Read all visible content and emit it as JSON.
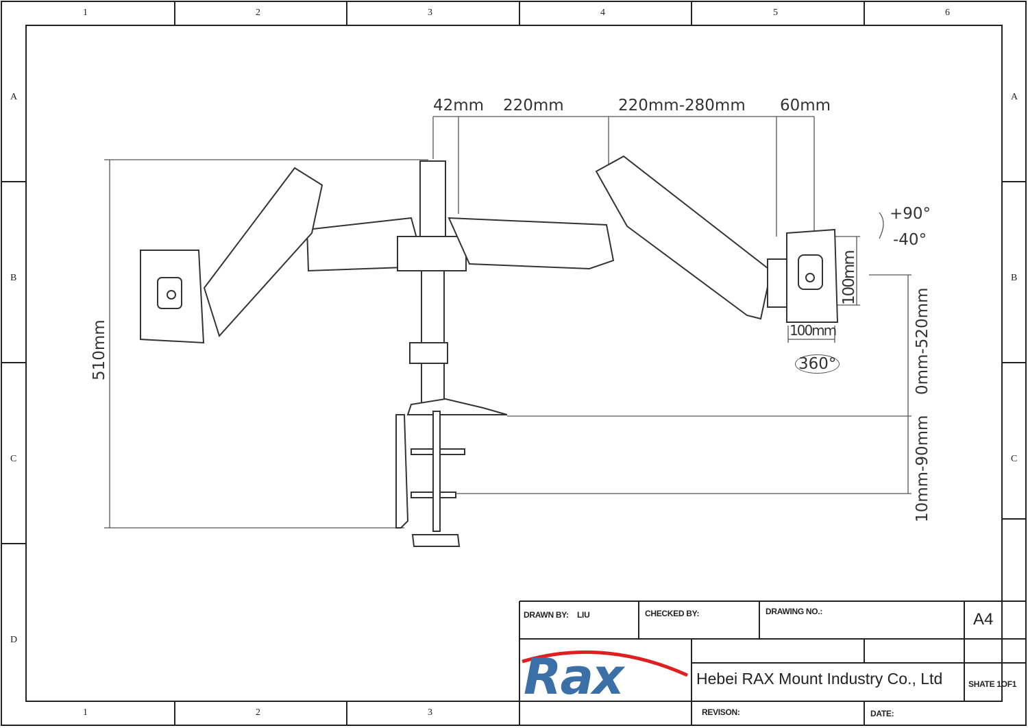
{
  "frame": {
    "columns": [
      "1",
      "2",
      "3",
      "4",
      "5",
      "6"
    ],
    "rows": [
      "A",
      "B",
      "C",
      "D"
    ]
  },
  "dimensions": {
    "d42": "42mm",
    "d220": "220mm",
    "d220_280": "220mm-280mm",
    "d60": "60mm",
    "d510": "510mm",
    "tilt_up": "+90°",
    "tilt_down": "-40°",
    "vesa_h": "100mm",
    "vesa_w": "100mm",
    "rotation": "360°",
    "height_adj": "0mm-520mm",
    "clamp_range": "10mm-90mm"
  },
  "title_block": {
    "drawn_by_label": "DRAWN BY:",
    "drawn_by": "LIU",
    "checked_by_label": "CHECKED BY:",
    "drawing_no_label": "DRAWING NO.:",
    "size": "A4",
    "logo_text": "Rax",
    "company": "Hebei RAX Mount Industry Co., Ltd",
    "sheet": "SHATE 1OF1",
    "revision_label": "REVISON:",
    "date_label": "DATE:"
  },
  "colors": {
    "logo_blue": "#3a6fa8",
    "logo_swoosh": "#e02020",
    "line": "#222222"
  }
}
